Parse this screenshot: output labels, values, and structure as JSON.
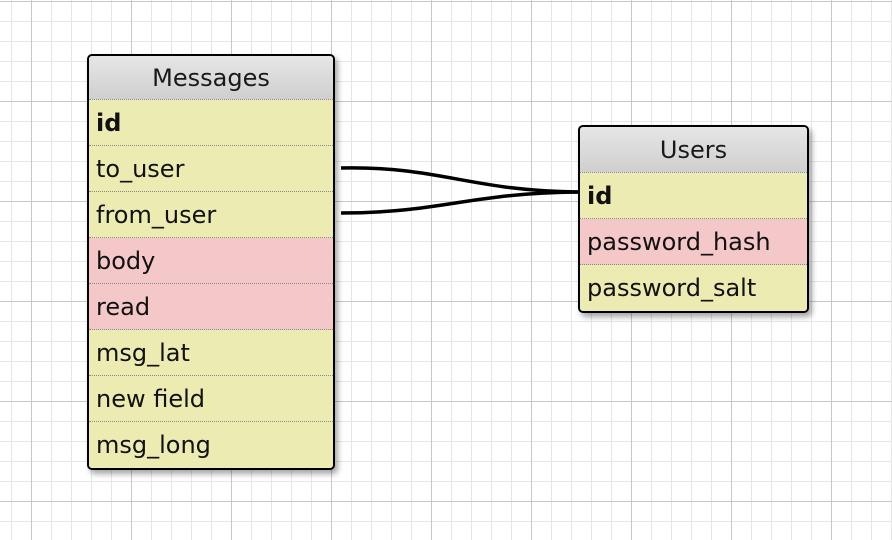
{
  "tables": {
    "messages": {
      "name": "Messages",
      "fields": [
        {
          "label": "id",
          "key": "primary",
          "color": "yellow"
        },
        {
          "label": "to_user",
          "key": "",
          "color": "yellow"
        },
        {
          "label": "from_user",
          "key": "",
          "color": "yellow"
        },
        {
          "label": "body",
          "key": "",
          "color": "red"
        },
        {
          "label": "read",
          "key": "",
          "color": "red"
        },
        {
          "label": "msg_lat",
          "key": "",
          "color": "yellow"
        },
        {
          "label": "new field",
          "key": "",
          "color": "yellow"
        },
        {
          "label": "msg_long",
          "key": "",
          "color": "yellow"
        }
      ]
    },
    "users": {
      "name": "Users",
      "fields": [
        {
          "label": "id",
          "key": "primary",
          "color": "yellow"
        },
        {
          "label": "password_hash",
          "key": "",
          "color": "red"
        },
        {
          "label": "password_salt",
          "key": "",
          "color": "yellow"
        }
      ]
    }
  },
  "relations": [
    {
      "from": "messages.to_user",
      "to": "users.id"
    },
    {
      "from": "messages.from_user",
      "to": "users.id"
    }
  ],
  "colors": {
    "field_yellow": "#ecebb1",
    "field_red": "#f4c8c8",
    "header": "#d9d9d9",
    "border": "#000000"
  }
}
